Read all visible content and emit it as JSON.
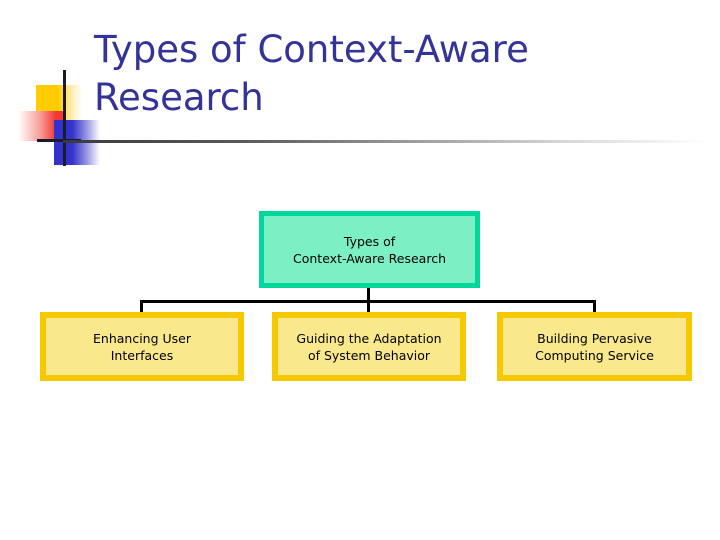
{
  "slide": {
    "title": "Types of Context-Aware\nResearch",
    "title_color": "#333399",
    "background_color": "#ffffff"
  },
  "decoration": {
    "yellow_swatch_color": "#FFCC00",
    "red_swatch_color": "#F23A34",
    "blue_swatch_color": "#3333CC",
    "crosshair_color": "#1A1A2E"
  },
  "diagram": {
    "type": "org-chart",
    "root": {
      "label": "Types of\nContext-Aware Research",
      "fill_color": "#7CEFC4",
      "border_color": "#00D79B"
    },
    "children": [
      {
        "label": "Enhancing User\nInterfaces",
        "fill_color": "#FAE98C",
        "border_color": "#F5C800"
      },
      {
        "label": "Guiding the Adaptation\nof System Behavior",
        "fill_color": "#FAE98C",
        "border_color": "#F5C800"
      },
      {
        "label": "Building Pervasive\nComputing Service",
        "fill_color": "#FAE98C",
        "border_color": "#F5C800"
      }
    ],
    "connector_color": "#000000"
  }
}
